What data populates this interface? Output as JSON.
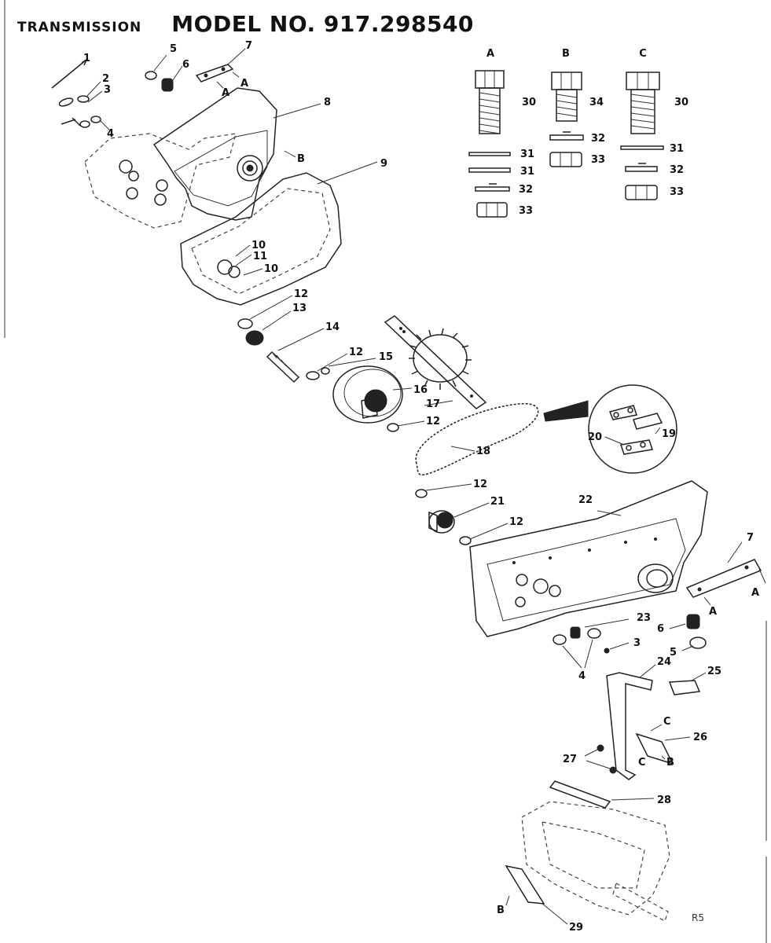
{
  "header": {
    "section": "TRANSMISSION",
    "model": "MODEL NO. 917.298540"
  },
  "hardware_columns": [
    "A",
    "B",
    "C"
  ],
  "corner_mark": "R5",
  "part_labels": {
    "p1": "1",
    "p2": "2",
    "p3": "3",
    "p4": "4",
    "p5": "5",
    "p6": "6",
    "p7": "7",
    "p8": "8",
    "p9": "9",
    "p10": "10",
    "p11": "11",
    "p12": "12",
    "p13": "13",
    "p14": "14",
    "p15": "15",
    "p16": "16",
    "p17": "17",
    "p18": "18",
    "p19": "19",
    "p20": "20",
    "p21": "21",
    "p22": "22",
    "p23": "23",
    "p24": "24",
    "p25": "25",
    "p26": "26",
    "p27": "27",
    "p28": "28",
    "p29": "29",
    "p30": "30",
    "p31": "31",
    "p32": "32",
    "p33": "33",
    "p34": "34"
  },
  "ref_letters": {
    "a": "A",
    "b": "B",
    "c": "C"
  }
}
